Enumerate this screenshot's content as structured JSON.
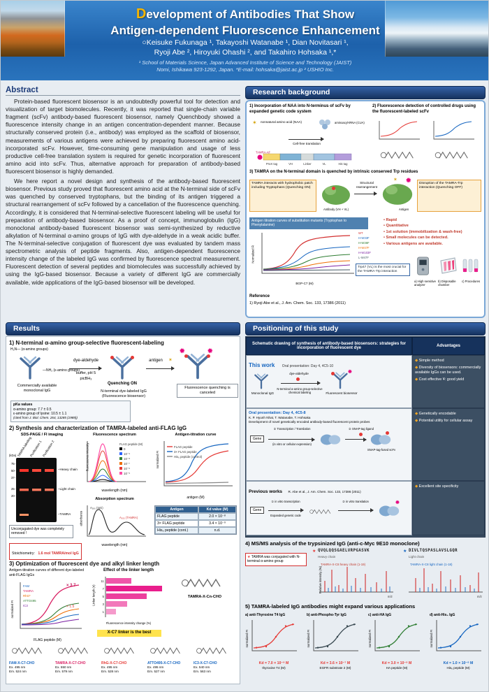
{
  "header": {
    "title_initial": "D",
    "title_line1_rest": "evelopment of Antibodies That Show",
    "title_line2": "Antigen-dependent Fluorescence Enhancement",
    "authors_line1": "○Keisuke Fukunaga ¹, Takayoshi Watanabe ¹, Dian Novitasari ¹,",
    "authors_line2": "Ryoji Abe ², Hiroyuki Ohashi ², and Takahiro Hohsaka ¹,*",
    "affil_line1": "¹ School of Materials Science, Japan Advanced Institute of Science and Technology (JAIST)",
    "affil_line2": "Nomi, Ishikawa 923-1292, Japan. *E-mail: hohsaka@jaist.ac.jp   ² USHIO Inc."
  },
  "abstract": {
    "title": "Abstract",
    "p1": "Protein-based fluorescent biosensor is an undoubtedly powerful tool for detection and visualization of target biomolecules. Recently, it was reported that single-chain variable fragment (scFv) antibody-based fluorescent biosensor, namely Quenchbody showed a fluorescence intensity change in an antigen concentration-dependent manner. Because structurally conserved protein (i.e., antibody) was employed as the scaffold of biosensor, measurements of various antigens were achieved by preparing fluorescent amino acid-incorporated scFv. However, time-consuming gene manipulation and usage of less productive cell-free translation system is required for genetic incorporation of fluorescent amino acid into scFv. Thus, alternative approach for preparation of antibody-based fluorescent biosensor is highly demanded.",
    "p2": "We here report a novel design and synthesis of the antibody-based fluorescent biosensor. Previous study proved that fluorescent amino acid at the N-terminal side of scFv was quenched by conserved tryptophans, but the binding of its antigen triggered a structural rearrangement of scFv followed by a cancellation of the fluorescence quenching. Accordingly, it is considered that N-terminal-selective fluorescent labeling will be useful for preparation of antibody-based biosensor. As a proof of concept, immunoglobulin (IgG) monoclonal antibody-based fluorescent biosensor was semi-synthesized by reductive alkylation of N-terminal α-amino groups of IgG with dye-aldehyde in a weak acidic buffer. The N-terminal-selective conjugation of fluorescent dye was evaluated by tandem mass spectrometric analysis of peptide fragments. Also, antigen-dependent fluorescence intensity change of the labeled IgG was confirmed by fluorescence spectral measurement. Fluorescent detection of several peptides and biomolecules was successfully achieved by using the IgG-based biosensor. Because a variety of different IgG are commercially available, wide applications of the IgG-based biosensor will be developed."
  },
  "results": {
    "bar": "Results",
    "s1": {
      "heading": "1) N-terminal α-amino group-selective fluorescent-labeling",
      "lbl_h2n_alpha": "H₂N— (α-amino groups)",
      "lbl_nh2_eps": "—NH₂ (ε-amino groups)",
      "arrow1_top": "dye-aldehyde",
      "arrow1_b1": "buffer, pH 5",
      "arrow1_b2": "picBH₃",
      "quench_on": "Quenching ON",
      "arrow2_top": "antigen",
      "cap_source": "Commercially available monoclonal IgG",
      "cap_product": "N-terminal dye-labeled IgG (Fluorescence biosensor)",
      "cap_result": "Fluorescence quenching is canceled",
      "pka_title": "pKa values",
      "pka_l1": "α-amino group: 7.7 ± 0.5",
      "pka_l2": "ε-amino group of lysine: 10.5 ± 1.1",
      "pka_l3": "(cited from J. Biol. Chem. 264, 13285 (1989))"
    },
    "s2": {
      "heading": "2) Synthesis and characterization of TAMRA-labeled anti-FLAG IgG",
      "gel_title": "SDS-PAGE / FI imaging",
      "lane1": "TAMRA labeling",
      "lane2": "Purification 1",
      "lane3": "Purification 2",
      "kda": "(kDa)",
      "mk75": "75-",
      "mk50": "50-",
      "mk37": "37-",
      "mk25": "25-",
      "mk20": "20-",
      "band_heavy": "–Heavy chain",
      "band_light": "–Light chain",
      "band_tamra": "–TAMRA",
      "gel_note": "Unconjugated dye was completely removed !",
      "stoich_label": "Stoichiometry:",
      "stoich_value": "1.6 mol TAMRA/mol IgG",
      "fluor_title": "Fluorescence spectrum",
      "fluor_xlabel": "wavelength (nm)",
      "fluor_ylabel": "fluorescence intensity",
      "fluor_legend_title": "FLAG peptide (M)",
      "fluor_legend": [
        "0",
        "10⁻⁹",
        "10⁻⁸",
        "10⁻⁷",
        "10⁻⁶",
        "10⁻⁵"
      ],
      "titr_title": "Antigen-titration curve",
      "titr_xlabel": "antigen (M)",
      "titr_ylabel": "normalized FI",
      "titr_leg1": "FLAG peptide",
      "titr_leg2": "3× FLAG peptide",
      "titr_leg3": "His₆ peptide (control)",
      "abs_title": "Absorption spectrum",
      "abs_xlabel": "wavelength (nm)",
      "abs_ylabel": "absorbance",
      "abs_a280": "A₂₈₀ (IgG)",
      "abs_a555": "A₅₅₅ (TAMRA)",
      "tbl_h1": "Antigen",
      "tbl_h2": "Kd value (M)",
      "tbl_r1c1": "FLAG peptide",
      "tbl_r1c2": "2.0 × 10⁻⁸",
      "tbl_r2c1": "3× FLAG peptide",
      "tbl_r2c2": "3.4 × 10⁻⁹",
      "tbl_r3c1": "His₆ peptide (cont.)",
      "tbl_r3c2": "n.d."
    },
    "s3": {
      "heading": "3) Optimization of fluorescent dye and alkyl linker length",
      "titr_caption": "Antigen-titration curves of different dye-labeled anti-FLAG IgGs",
      "titr_xlabel": "FLAG peptide (M)",
      "titr_ylabel": "normalized FI",
      "leg": [
        "FAM",
        "TAMRA",
        "RhG*",
        "ATTO495",
        "IC3"
      ],
      "annot1": "× 3.7",
      "annot2": "× 1.5",
      "linker_title": "Effect of the linker length",
      "linker_ylabel": "Linker length (n)",
      "linker_xlabel": "Fluorescence intensity change (%)",
      "linker_ticks": [
        "11",
        "7",
        "5",
        "3",
        "1"
      ],
      "linker_note": "X-C7 linker is the best",
      "struct_label": "TAMRA-X-Cn-CHO",
      "dye1_name": "FAM-X-C7-CHO",
      "dye1_ex": "Ex. 495 nm",
      "dye1_em": "Em. 524 nm",
      "dye2_name": "TAMRA-X-C7-CHO",
      "dye2_ex": "Ex. 550 nm",
      "dye2_em": "Em. 579 nm",
      "dye3_name": "RhG-X-C7-CHO",
      "dye3_ex": "Ex. 495 nm",
      "dye3_em": "Em. 528 nm",
      "dye4_name": "ATTO495-X-C7-CHO",
      "dye4_ex": "Ex. 495 nm",
      "dye4_em": "Em. 527 nm",
      "dye5_name": "IC3-X-C7-CHO",
      "dye5_ex": "Ex. 540 nm",
      "dye5_em": "Em. 563 nm"
    }
  },
  "background": {
    "bar": "Research background",
    "s1_heading": "1) Incorporation of NAA into N-terminus of scFv by expanded genetic code system",
    "naa": "nonnatural amino acid (NAA)",
    "trna": "aminoacyl-tRNA (CUA)",
    "cellfree": "Cell-free translation",
    "prox": "ProX tag",
    "vh": "VH",
    "lnk": "Linker",
    "vl": "VL",
    "his": "His tag",
    "tamra_af": "TAMRA-AF",
    "s2_heading": "2) Fluorescence detection of controlled drugs using the fluorescent-labeled scFv",
    "s3_heading": "3) TAMRA on the N-terminal domain is quenched by intrinsic conserved Trp residues",
    "note_on": "TAMRA interacts with hydrophobic patch including Tryptophans (Quenching ON)",
    "rearr": "Structural rearrangement",
    "note_off": "Disruption of the TAMRA-Trp interaction (Quenching OFF)",
    "antibody_lbl": "Antibody (VH + VL)",
    "antigen_lbl": "Antigen",
    "chart_caption": "Antigen titration curves of substitution mutants (Tryptophan to Phenylalanine)",
    "chart_ylabel": "Normalized FI",
    "chart_xlabel": "BGP-C7 (M)",
    "leg": [
      "WT",
      "H-W33F",
      "H-W36F",
      "H-W47F",
      "H-W103F",
      "L-W47F"
    ],
    "crucial": "Trp47 (VL) is the most crucial for the TAMRA-Trp interaction",
    "b1": "Rapid",
    "b2": "Quantitative",
    "b3": "1st solution (immobilization & wash-free)",
    "b4": "Small molecules can be detected.",
    "b5": "Various antigens are available.",
    "fig_a": "a) High sensitive analyzer",
    "fig_b": "b) Disposable chamber",
    "fig_c": "c) Procedures",
    "ref_title": "Reference",
    "ref1": "1) Ryoji Abe et al., J. Am. Chem. Soc. 133, 17386 (2011)"
  },
  "positioning": {
    "bar": "Positioning of this study",
    "head_left": "Schematic drawing of synthesis of antibody-based biosensors: strategies for incorporation of fluorescent dye",
    "head_right": "Advantages",
    "r1_tag": "This work",
    "r1_oral": "Oral presentation: Day 4, 4C5-10",
    "r1_item1": "Monoclonal IgG",
    "r1_arrow": "dye-aldehyde",
    "r1_step": "N-terminal α-amino group-selective chemical labeling",
    "r1_item2": "Fluorescent biosensor",
    "r1_adv1": "Simple method",
    "r1_adv2": "Diversity of biosensors: commercially available IgGs can be used.",
    "r1_adv3": "Cost effective ¥: good yield",
    "r2_oral": "Oral presentation: Day 4, 4C5-8",
    "r2_authors": "K. P. Hyunh Nhat, T. Watanabe, T. Hohsaka",
    "r2_title": "Development of novel genetically encoded antibody-based fluorescent protein probes",
    "r2_gene": "Gene",
    "r2_step1": "① Transcription / Translation",
    "r2_step1b": "(in vitro or cellular expression)",
    "r2_ligand": "② SNAP-tag ligand",
    "r2_product": "SNAP-tag-fused scFv",
    "r2_adv1": "Genetically encodable",
    "r2_adv2": "Potential utility for cellular assay",
    "r3_tag": "Previous works",
    "r3_ref": "R. Abe et al., J. Am. Chem. Soc. 133, 17386 (2011)",
    "r3_gene": "Gene",
    "r3_step1": "① in vitro transcription",
    "r3_step2": "② in vitro translation",
    "r3_note": "Expanded genetic code",
    "r3_adv1": "Excellent site specificity"
  },
  "ms": {
    "heading": "4) MS/MS analysis of the trypsinized IgG (anti-c-Myc 9E10 monoclone)",
    "note": "TAMRA was conjugated with N-terminal α-amino group",
    "seq_heavy": "QVQLQQSGAELVRPGASVK",
    "heavy_lbl": "Heavy chain",
    "seq_light": "DIVLTQSPASLAVSLGQR",
    "light_lbl": "Light chain",
    "c1_title": "TAMRA-X-C8 heavy chain (1-19)",
    "c2_title": "TAMRA-X-C8 light chain (1-18)",
    "xlabel": "m/z",
    "ylabel": "Relative intensity (%)"
  },
  "apps": {
    "heading": "5) TAMRA-labeled IgG antibodies might expand various applications",
    "ylabel": "normalized FI",
    "c1_lbl": "a) anti-Thyroxine T4 IgG",
    "c1_x": "thyroxine T4 (M)",
    "c1_kd": "Kd = 7.0 × 10⁻⁸ M",
    "c2_lbl": "b) anti-Phospho-Tyr IgG",
    "c2_x": "EGFR substrate 2 (M)",
    "c2_kd": "Kd = 3.6 × 10⁻⁷ M",
    "c3_lbl": "c) anti-HA IgG",
    "c3_x": "HA peptide (M)",
    "c3_kd": "Kd = 3.0 × 10⁻⁸ M",
    "c4_lbl": "d) anti-His₆ IgG",
    "c4_x": "His₆ peptide (M)",
    "c4_kd": "Kd = 1.0 × 10⁻⁸ M"
  }
}
